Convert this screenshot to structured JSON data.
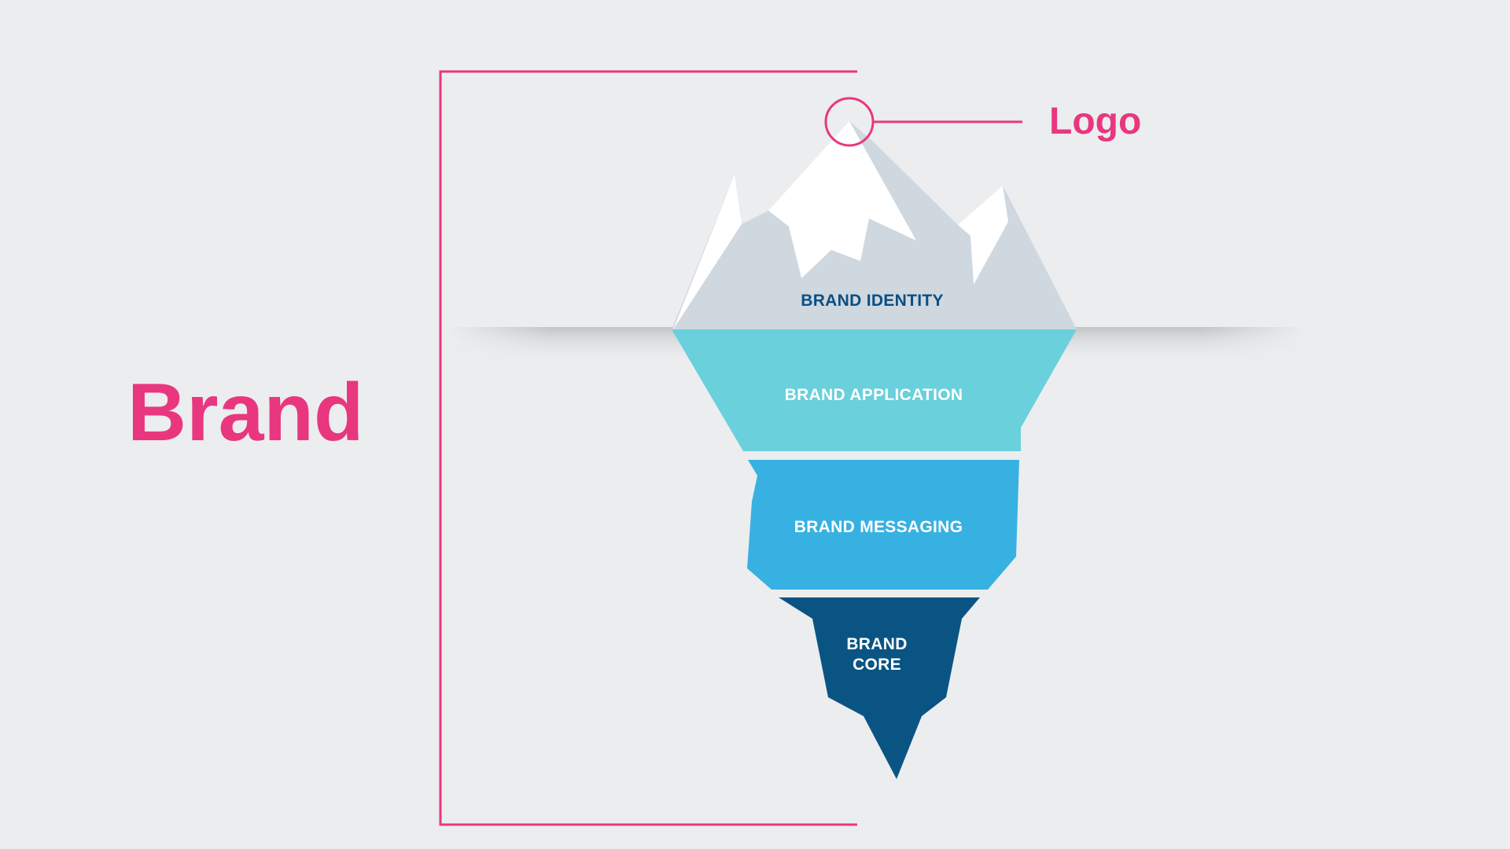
{
  "title": "Brand",
  "callout": {
    "label": "Logo"
  },
  "layers": [
    {
      "label": "BRAND IDENTITY",
      "fill": "#CFD7DF",
      "text_color": "#0B4F82"
    },
    {
      "label": "BRAND APPLICATION",
      "fill": "#69D0DC",
      "text_color": "#FFFFFF"
    },
    {
      "label": "BRAND MESSAGING",
      "fill": "#37B1E2",
      "text_color": "#FFFFFF"
    },
    {
      "label_line1": "BRAND",
      "label_line2": "CORE",
      "fill": "#0A5483",
      "text_color": "#FFFFFF"
    }
  ],
  "colors": {
    "accent": "#E8377F",
    "background": "#ECEDEF",
    "snow": "#FFFFFF"
  }
}
